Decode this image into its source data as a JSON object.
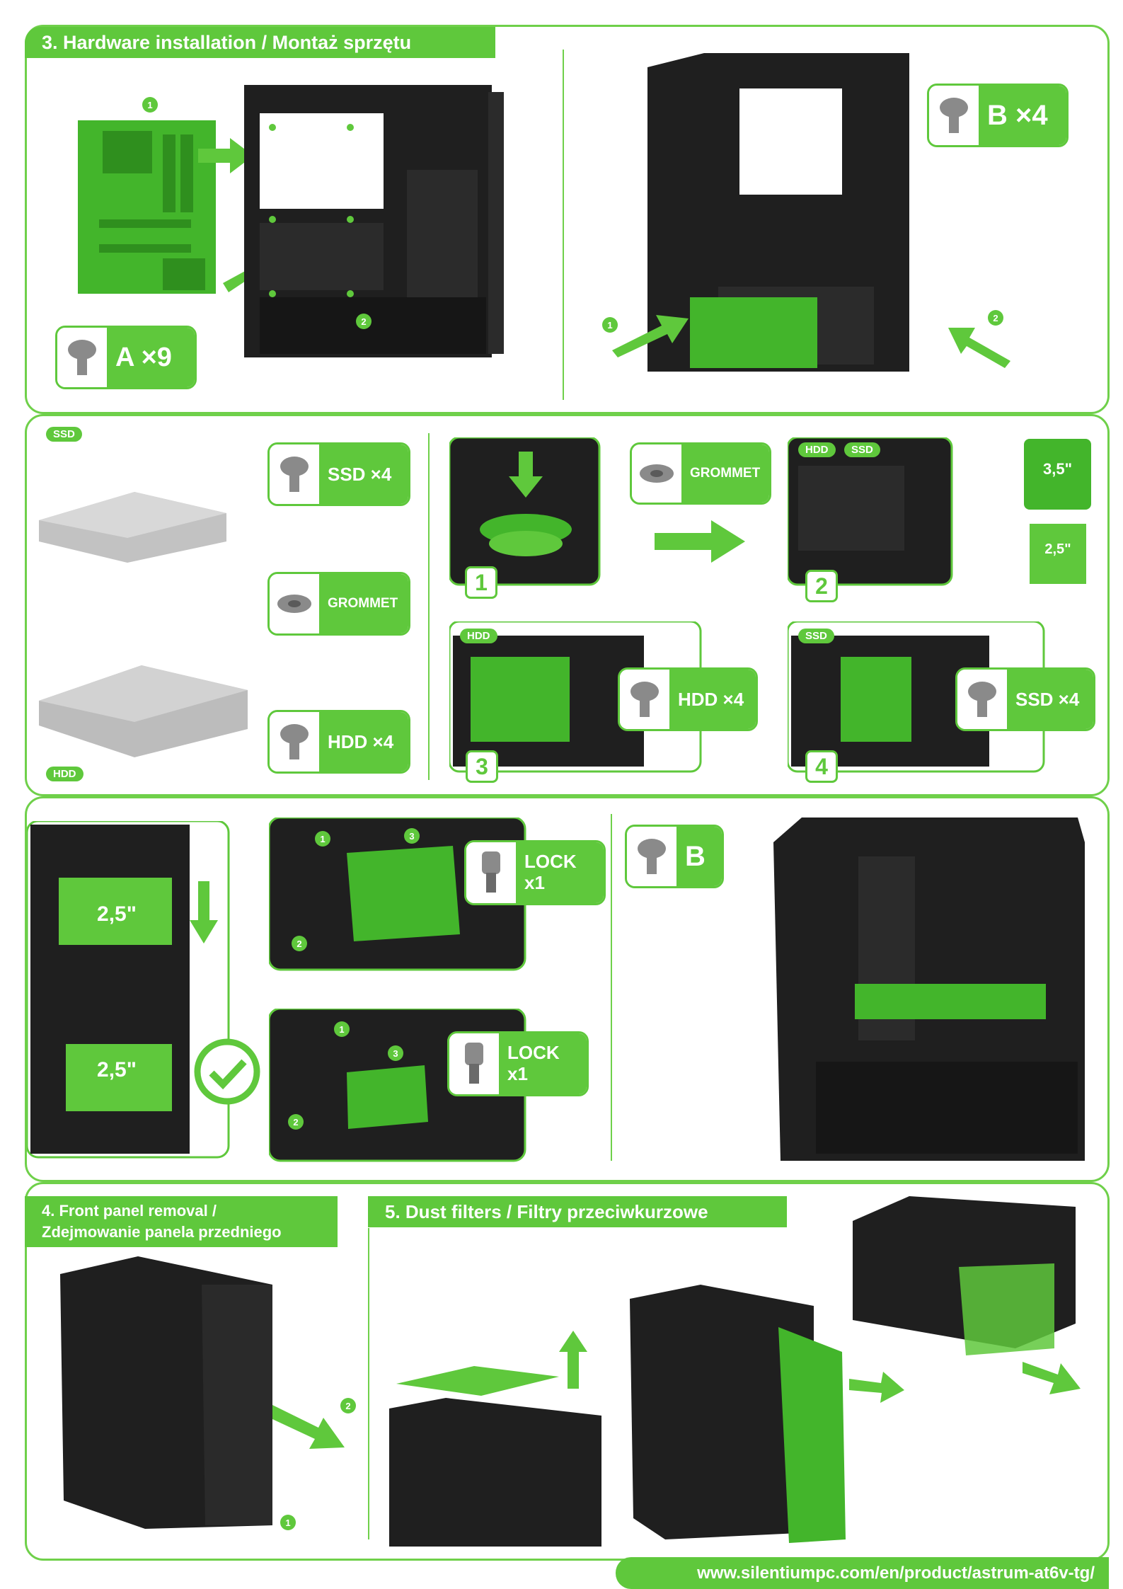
{
  "section3": {
    "title": "3. Hardware installation / Montaż sprzętu"
  },
  "screws": {
    "a": "A ×9",
    "b": "B ×4",
    "ssd4": "SSD ×4",
    "hdd4": "HDD ×4",
    "grommet": "GROMMET",
    "lock": "LOCK\nx1",
    "b_single": "B"
  },
  "tags": {
    "ssd": "SSD",
    "hdd": "HDD"
  },
  "steps": [
    "1",
    "2",
    "3",
    "4"
  ],
  "markers": [
    "1",
    "2",
    "3"
  ],
  "drive_sizes": {
    "s35": "3,5\"",
    "s25": "2,5\""
  },
  "section4": {
    "title": "4. Front panel removal /\nZdejmowanie panela przedniego"
  },
  "section5": {
    "title": "5. Dust filters / Filtry przeciwkurzowe"
  },
  "footer": {
    "url": "www.silentiumpc.com/en/product/astrum-at6v-tg/"
  },
  "colors": {
    "accent": "#5fc83c",
    "case": "#1f1f1f"
  }
}
